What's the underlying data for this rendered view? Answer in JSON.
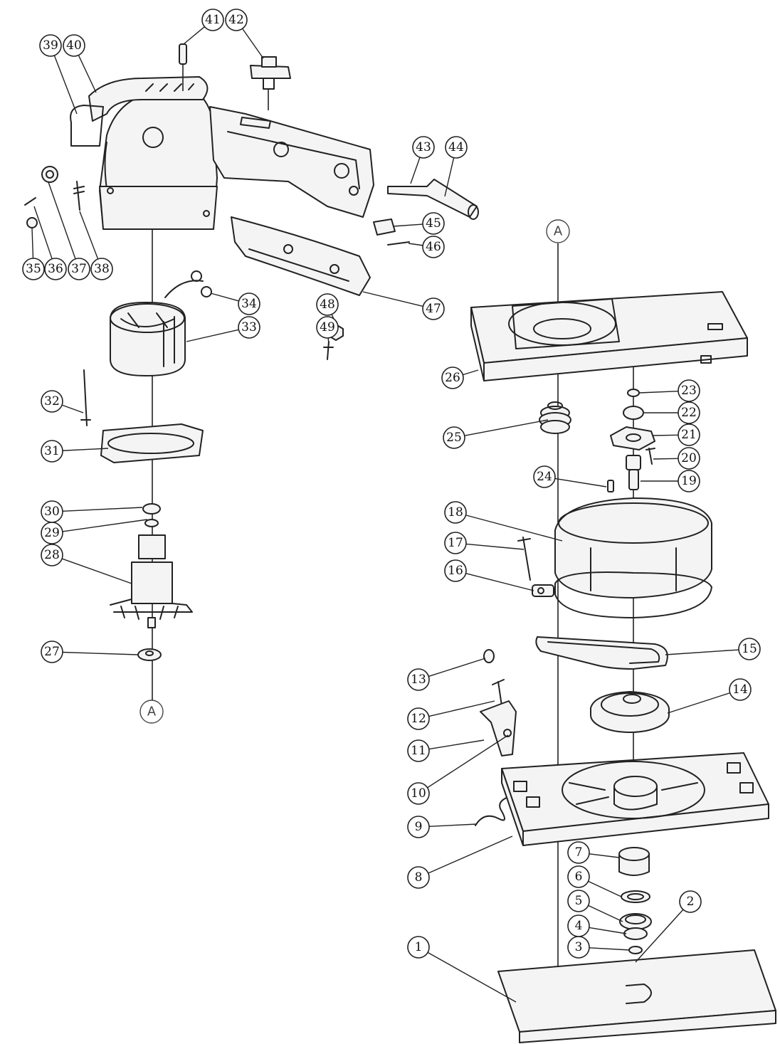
{
  "diagram": {
    "colors": {
      "line": "#222222",
      "background": "#ffffff",
      "fill": "#f4f4f4"
    },
    "reference_marks": [
      "A",
      "A"
    ],
    "callouts": [
      "1",
      "2",
      "3",
      "4",
      "5",
      "6",
      "7",
      "8",
      "9",
      "10",
      "11",
      "12",
      "13",
      "14",
      "15",
      "16",
      "17",
      "18",
      "19",
      "20",
      "21",
      "22",
      "23",
      "24",
      "25",
      "26",
      "27",
      "28",
      "29",
      "30",
      "31",
      "32",
      "33",
      "34",
      "35",
      "36",
      "37",
      "38",
      "39",
      "40",
      "41",
      "42",
      "43",
      "44",
      "45",
      "46",
      "47",
      "48",
      "49"
    ]
  }
}
